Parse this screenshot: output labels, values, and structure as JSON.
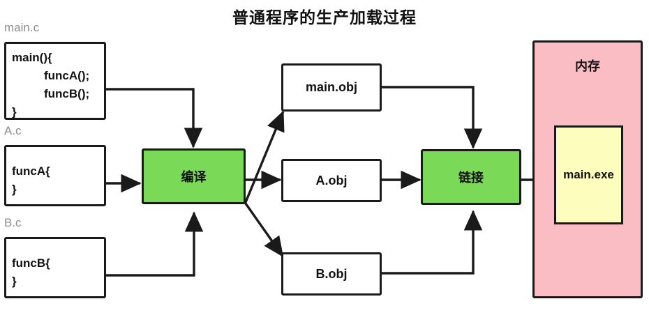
{
  "diagram": {
    "title": "普通程序的生产加载过程",
    "sources": [
      {
        "label": "main.c",
        "lines": [
          "main(){",
          "funcA();",
          "funcB();",
          "}"
        ]
      },
      {
        "label": "A.c",
        "lines": [
          "funcA{",
          "}"
        ]
      },
      {
        "label": "B.c",
        "lines": [
          "funcB{",
          "}"
        ]
      }
    ],
    "compile": {
      "label": "编译",
      "color": "#7ad957"
    },
    "objects": [
      {
        "label": "main.obj"
      },
      {
        "label": "A.obj"
      },
      {
        "label": "B.obj"
      }
    ],
    "link": {
      "label": "链接",
      "color": "#7ad957"
    },
    "memory": {
      "label": "内存",
      "color": "#fbbdc4",
      "program": {
        "label": "main.exe",
        "color": "#fdfdbe"
      }
    },
    "edge_color": "#1a1a1a"
  }
}
